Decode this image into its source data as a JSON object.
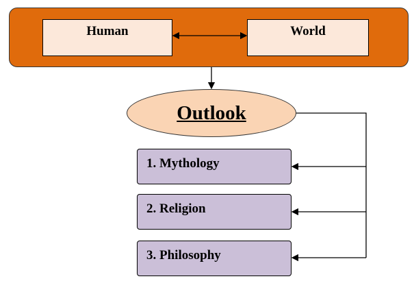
{
  "top_group": {
    "left_box": "Human",
    "right_box": "World"
  },
  "center": {
    "label": "Outlook"
  },
  "items": [
    "1. Mythology",
    "2. Religion",
    "3. Philosophy"
  ],
  "colors": {
    "group_fill": "#e06b0c",
    "box_fill": "#fce8da",
    "ellipse_fill": "#fad4b4",
    "item_fill": "#cbbfd8"
  }
}
